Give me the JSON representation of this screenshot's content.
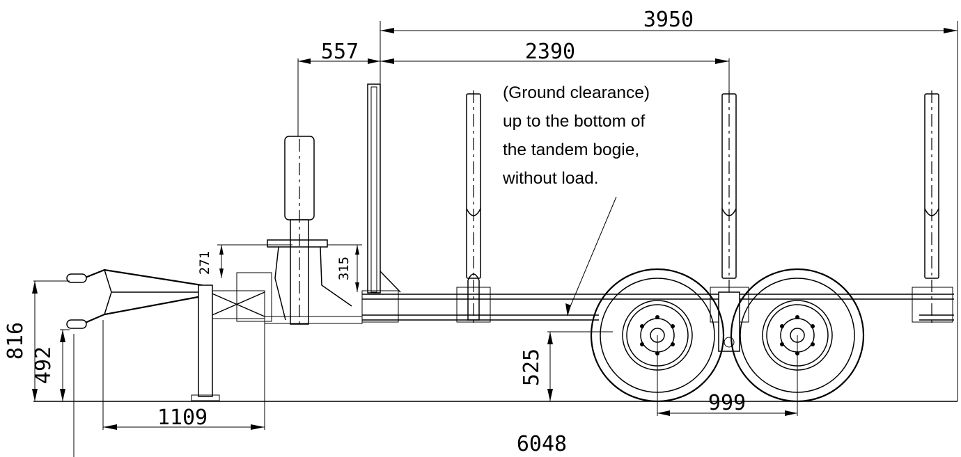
{
  "drawing": {
    "dimensions": {
      "overall_width": "3950",
      "front_offset": "557",
      "front_to_axle": "2390",
      "drawbar_height": "816",
      "hitch_height": "492",
      "support_leg_distance": "1109",
      "ground_clearance": "525",
      "wheelbase": "999",
      "overall_length": "6048",
      "crane_height_small": "271",
      "crane_height_large": "315"
    },
    "note": {
      "lines": [
        "(Ground clearance)",
        "up to the bottom of",
        "the tandem bogie,",
        "without load."
      ]
    }
  }
}
